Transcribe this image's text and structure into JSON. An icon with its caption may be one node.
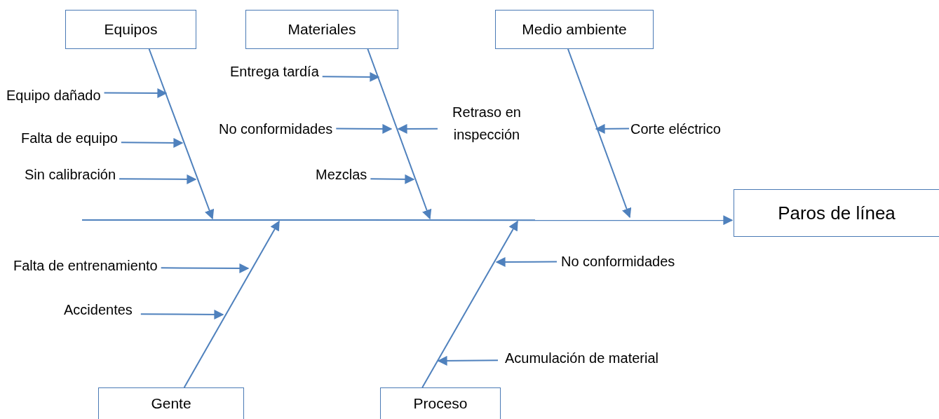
{
  "diagram": {
    "nodes": [
      {
        "text": [
          "Equipos"
        ]
      },
      {
        "text": [
          "Materiales"
        ]
      },
      {
        "text": [
          "Medio ambiente"
        ]
      },
      {
        "text": [
          "Paros de línea"
        ]
      },
      {
        "text": [
          "Gente"
        ]
      },
      {
        "text": [
          "Proceso"
        ]
      },
      {
        "text": [
          "Equipo dañado"
        ]
      },
      {
        "text": [
          "Falta de equipo"
        ]
      },
      {
        "text": [
          "Sin calibración"
        ]
      },
      {
        "text": [
          "Entrega tardía"
        ]
      },
      {
        "text": [
          "No conformidades"
        ]
      },
      {
        "text": [
          "Retraso en inspección"
        ]
      },
      {
        "text": [
          "Mezclas"
        ]
      },
      {
        "text": [
          "Corte eléctrico"
        ]
      },
      {
        "text": [
          "Falta de entrenamiento"
        ]
      },
      {
        "text": [
          "Accidentes"
        ]
      },
      {
        "text": [
          "No conformidades"
        ]
      },
      {
        "text": [
          "Acumulación de material"
        ]
      }
    ],
    "edges": [
      {
        "from": null,
        "to": 3,
        "arrow": "to"
      },
      {
        "from": 0,
        "to": null,
        "arrow": "to"
      },
      {
        "from": 1,
        "to": null,
        "arrow": "to"
      },
      {
        "from": 2,
        "to": null,
        "arrow": "to"
      },
      {
        "from": 4,
        "to": null,
        "arrow": "to"
      },
      {
        "from": 5,
        "to": null,
        "arrow": "to"
      },
      {
        "from": 6,
        "to": null,
        "arrow": "to"
      },
      {
        "from": 7,
        "to": null,
        "arrow": "to"
      },
      {
        "from": 8,
        "to": null,
        "arrow": "to"
      },
      {
        "from": 9,
        "to": null,
        "arrow": "to"
      },
      {
        "from": 10,
        "to": null,
        "arrow": "to"
      },
      {
        "from": 11,
        "to": null,
        "arrow": "to"
      },
      {
        "from": 12,
        "to": null,
        "arrow": "to"
      },
      {
        "from": 13,
        "to": null,
        "arrow": "to"
      },
      {
        "from": 14,
        "to": null,
        "arrow": "to"
      },
      {
        "from": 15,
        "to": null,
        "arrow": "to"
      },
      {
        "from": 16,
        "to": null,
        "arrow": "to"
      },
      {
        "from": 17,
        "to": null,
        "arrow": "to"
      }
    ]
  }
}
